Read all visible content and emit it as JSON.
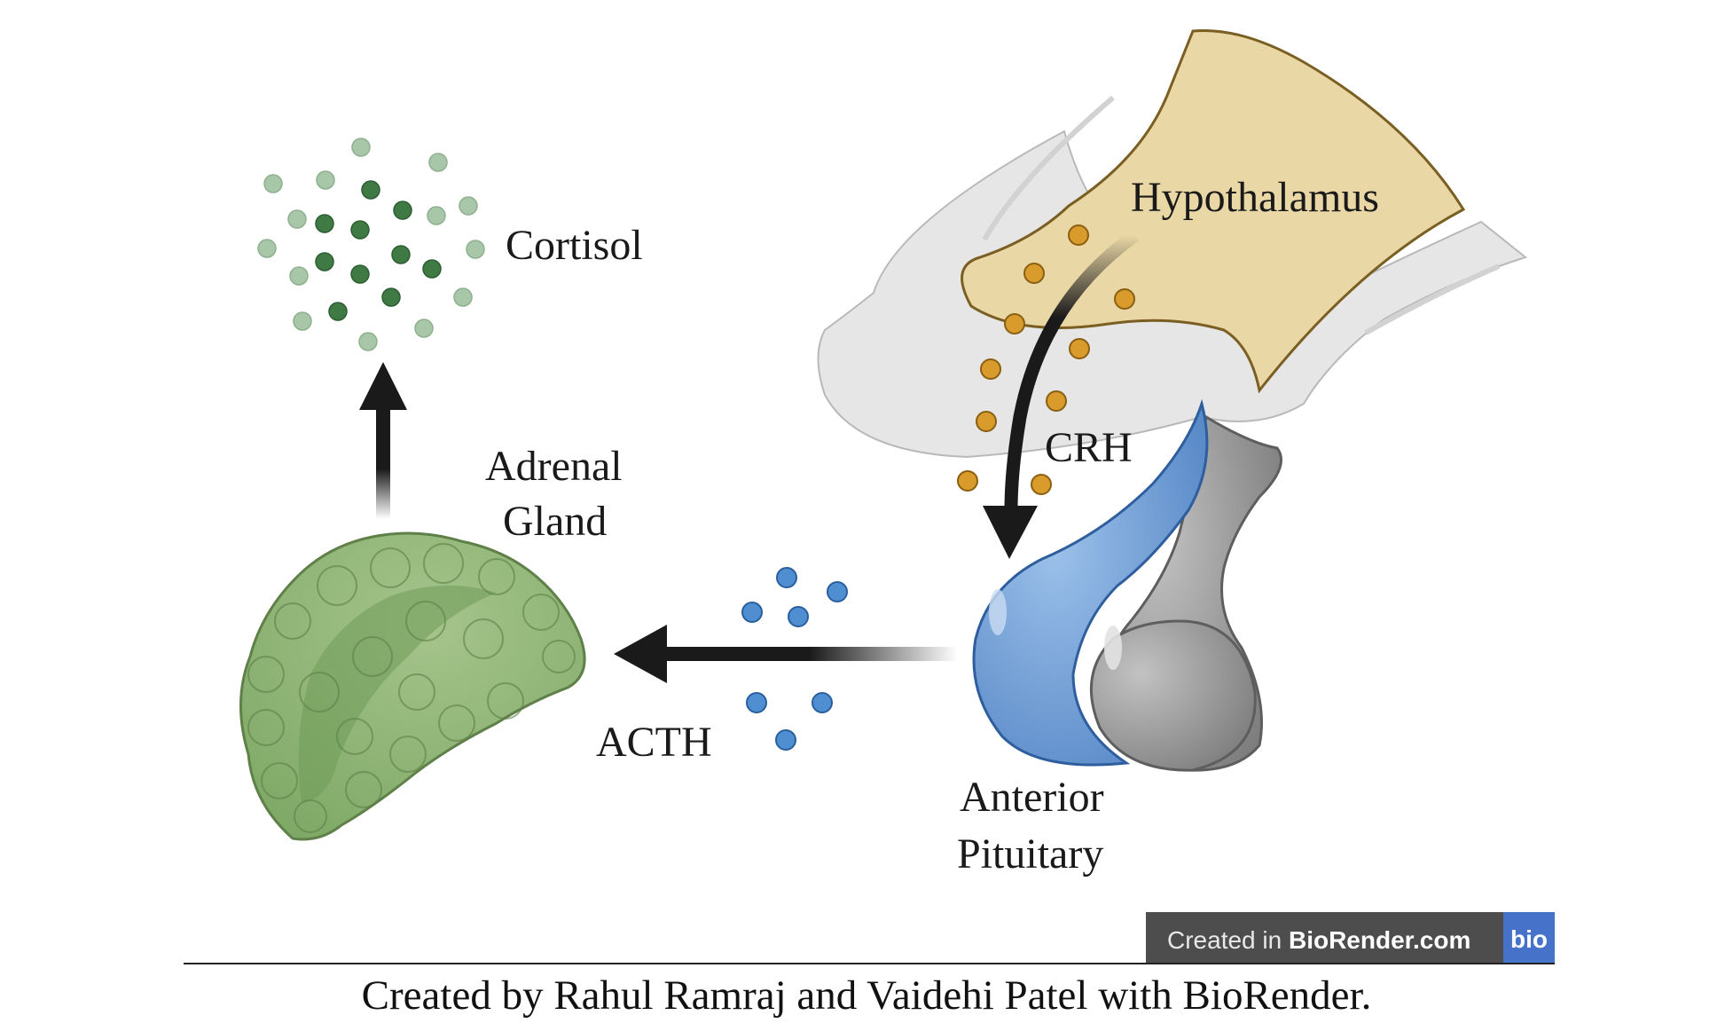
{
  "labels": {
    "hypothalamus": "Hypothalamus",
    "crh": "CRH",
    "pituitary_line1": "Anterior",
    "pituitary_line2": "Pituitary",
    "acth": "ACTH",
    "adrenal_line1": "Adrenal",
    "adrenal_line2": "Gland",
    "cortisol": "Cortisol"
  },
  "badge": {
    "prefix": "Created in ",
    "brand": "BioRender.com",
    "logo": "bio"
  },
  "caption": "Created by Rahul Ramraj and Vaidehi Patel with BioRender.",
  "colors": {
    "hypothalamus": "#ead7a6",
    "crh_dot": "#d89b2c",
    "pituitary_anterior": "#6f9fd6",
    "pituitary_posterior": "#9a9a9a",
    "acth_dot": "#4f8fd1",
    "adrenal": "#8fb173",
    "cortisol_dark": "#3f7a45",
    "cortisol_light": "#a8c6a8",
    "arrow": "#1a1a1a",
    "badge_bg": "#4d4d4d",
    "badge_logo_bg": "#4673c9"
  }
}
